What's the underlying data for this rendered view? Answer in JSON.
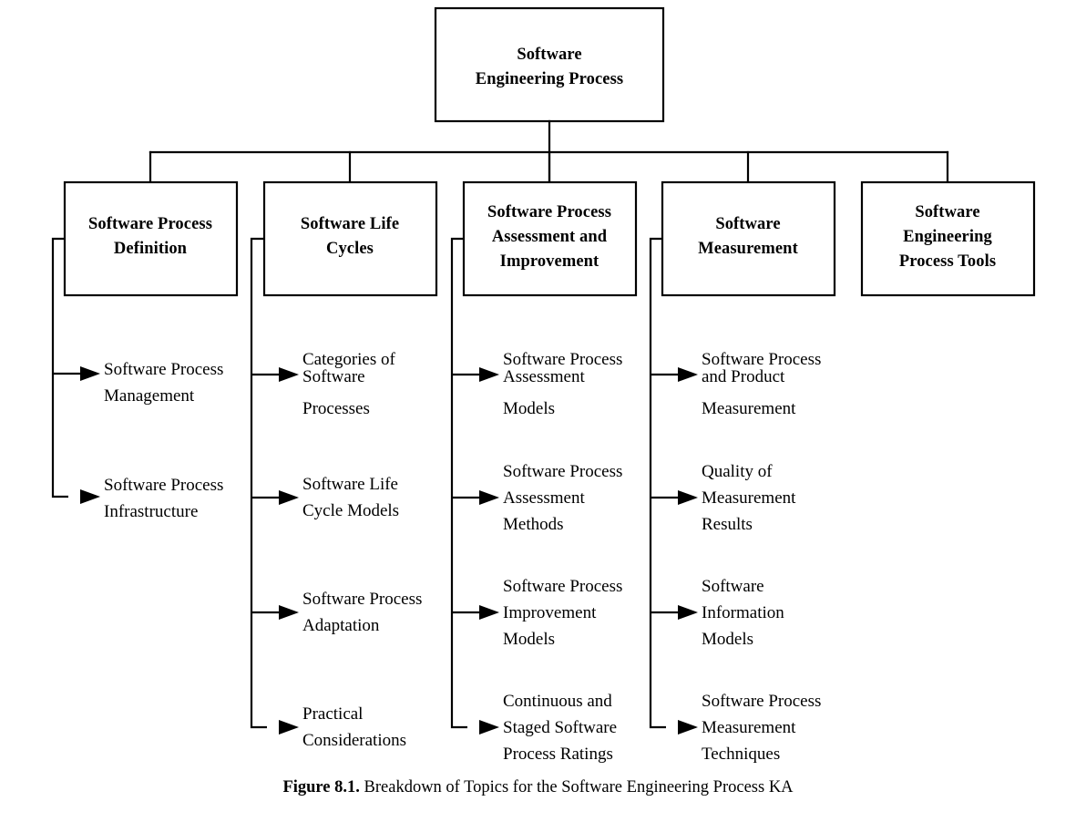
{
  "figure": {
    "caption_label": "Figure 8.1.",
    "caption_text": "Breakdown of Topics for the Software Engineering Process KA",
    "colors": {
      "background": "#ffffff",
      "stroke": "#000000",
      "text": "#000000"
    }
  },
  "root": {
    "label": "Software Engineering Process",
    "lines": [
      "Software",
      "Engineering Process"
    ]
  },
  "columns": [
    {
      "id": "software-process-definition",
      "heading": "Software Process Definition",
      "heading_lines": [
        "Software Process",
        "Definition"
      ],
      "leaves": [
        {
          "label": "Software Process Management",
          "lines": [
            "Software Process",
            "Management"
          ]
        },
        {
          "label": "Software Process Infrastructure",
          "lines": [
            "Software Process",
            "Infrastructure"
          ]
        }
      ]
    },
    {
      "id": "software-life-cycles",
      "heading": "Software Life Cycles",
      "heading_lines": [
        "Software Life",
        "Cycles"
      ],
      "leaves": [
        {
          "label": "Categories of Software Processes",
          "lines": [
            "Categories of",
            "Software",
            "Processes"
          ]
        },
        {
          "label": "Software Life Cycle Models",
          "lines": [
            "Software Life",
            "Cycle Models"
          ]
        },
        {
          "label": "Software Process Adaptation",
          "lines": [
            "Software Process",
            "Adaptation"
          ]
        },
        {
          "label": "Practical Considerations",
          "lines": [
            "Practical",
            "Considerations"
          ]
        }
      ]
    },
    {
      "id": "software-process-assessment-and-improvement",
      "heading": "Software Process Assessment and Improvement",
      "heading_lines": [
        "Software Process",
        "Assessment and",
        "Improvement"
      ],
      "leaves": [
        {
          "label": "Software Process Assessment Models",
          "lines": [
            "Software Process",
            "Assessment",
            "Models"
          ]
        },
        {
          "label": "Software Process Assessment Methods",
          "lines": [
            "Software Process",
            "Assessment",
            "Methods"
          ]
        },
        {
          "label": "Software Process Improvement Models",
          "lines": [
            "Software Process",
            "Improvement",
            "Models"
          ]
        },
        {
          "label": "Continuous and Staged Software Process Ratings",
          "lines": [
            "Continuous and",
            "Staged Software",
            "Process Ratings"
          ]
        }
      ]
    },
    {
      "id": "software-measurement",
      "heading": "Software Measurement",
      "heading_lines": [
        "Software",
        "Measurement"
      ],
      "leaves": [
        {
          "label": "Software Process and Product Measurement",
          "lines": [
            "Software Process",
            "and Product",
            "Measurement"
          ]
        },
        {
          "label": "Quality of Measurement Results",
          "lines": [
            "Quality of",
            "Measurement",
            "Results"
          ]
        },
        {
          "label": "Software Information Models",
          "lines": [
            "Software",
            "Information",
            "Models"
          ]
        },
        {
          "label": "Software Process Measurement Techniques",
          "lines": [
            "Software Process",
            "Measurement",
            "Techniques"
          ]
        }
      ]
    },
    {
      "id": "software-engineering-process-tools",
      "heading": "Software Engineering Process Tools",
      "heading_lines": [
        "Software",
        "Engineering",
        "Process Tools"
      ],
      "leaves": []
    }
  ]
}
